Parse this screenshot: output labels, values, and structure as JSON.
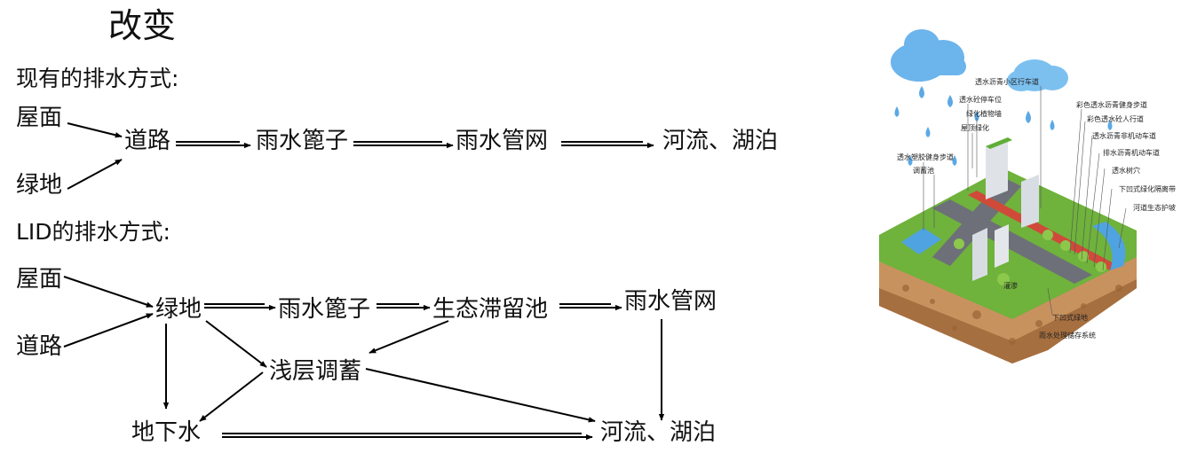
{
  "title": "改变",
  "existing": {
    "heading": "现有的排水方式:",
    "nodes": {
      "roof": "屋面",
      "green": "绿地",
      "road": "道路",
      "grate": "雨水篦子",
      "pipe": "雨水管网",
      "river": "河流、湖泊"
    }
  },
  "lid": {
    "heading": "LID的排水方式:",
    "nodes": {
      "roof": "屋面",
      "road": "道路",
      "green": "绿地",
      "grate": "雨水篦子",
      "bio": "生态滞留池",
      "pipe": "雨水管网",
      "shallow": "浅层调蓄",
      "ground": "地下水",
      "river": "河流、湖泊"
    }
  },
  "illustration": {
    "labels": [
      "透水沥青小区行车道",
      "透水砼停车位",
      "绿化植物墙",
      "屋顶绿化",
      "透水塑胶健身步道",
      "调蓄池",
      "彩色透水沥青健身步道",
      "彩色透水砼人行道",
      "透水沥青非机动车道",
      "排水沥青机动车道",
      "透水树穴",
      "下凹式绿化隔离带",
      "河道生态护坡",
      "下凹式绿地",
      "雨水处理储存系统",
      "灌渗"
    ]
  }
}
